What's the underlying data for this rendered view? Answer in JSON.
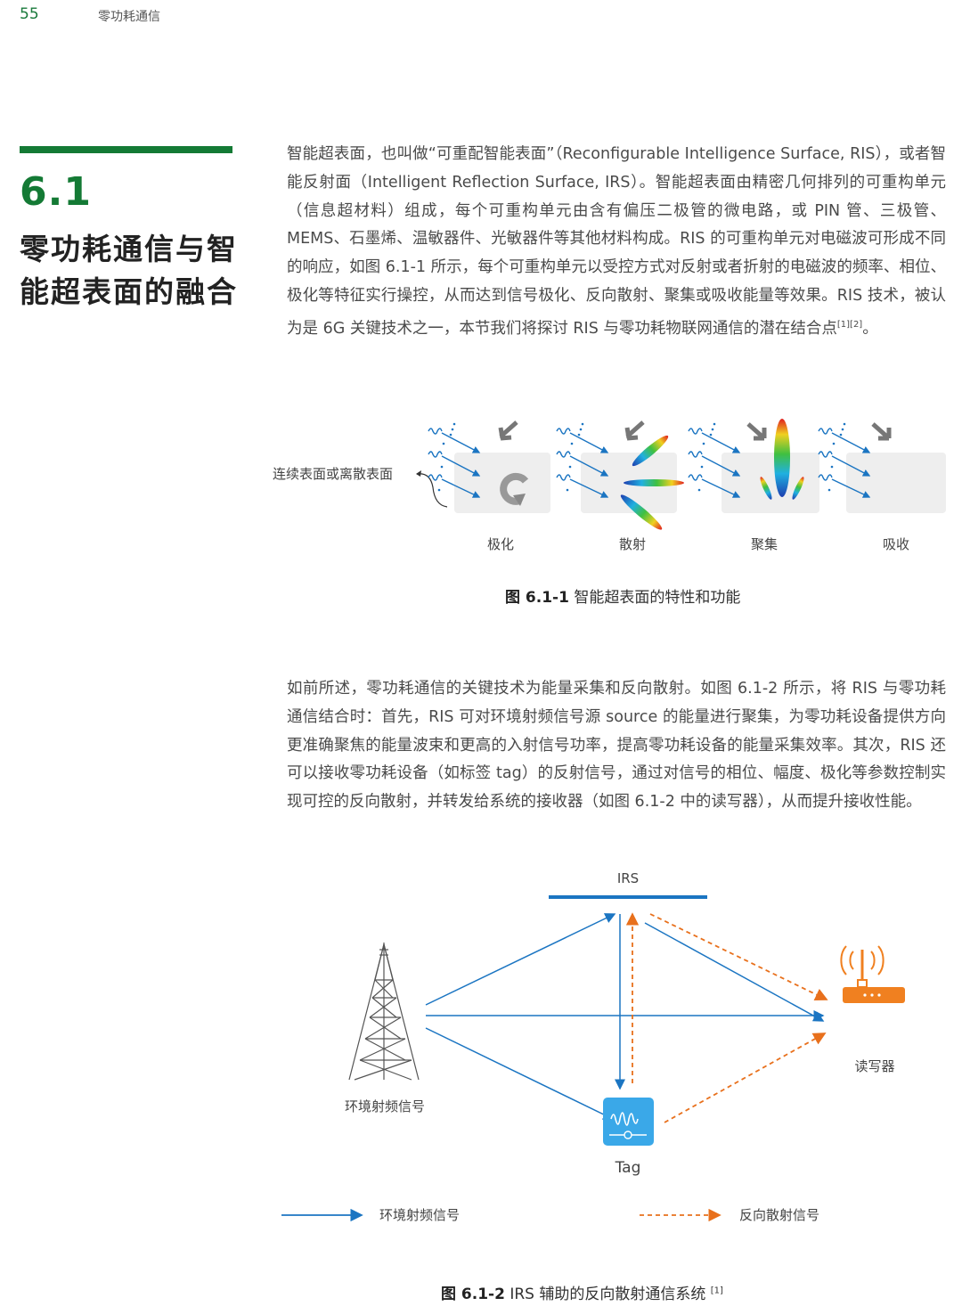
{
  "header": {
    "page_number": "55",
    "running_title": "零功耗通信"
  },
  "section": {
    "number": "6.1",
    "title": "零功耗通信与智能超表面的融合"
  },
  "paragraphs": {
    "p1": "智能超表面，也叫做“可重配智能表面”（Reconfigurable Intelligence Surface, RIS），或者智能反射面（Intelligent Reflection Surface, IRS）。智能超表面由精密几何排列的可重构单元（信息超材料）组成，每个可重构单元由含有偏压二极管的微电路，或 PIN 管、三极管、MEMS、石墨烯、温敏器件、光敏器件等其他材料构成。RIS 的可重构单元对电磁波可形成不同的响应，如图 6.1-1 所示，每个可重构单元以受控方式对反射或者折射的电磁波的频率、相位、极化等特征实行操控，从而达到信号极化、反向散射、聚集或吸收能量等效果。RIS 技术，被认为是 6G 关键技术之一，本节我们将探讨 RIS 与零功耗物联网通信的潜在结合点",
    "p1_ref": "[1][2]",
    "p1_end": "。",
    "p2": "如前所述，零功耗通信的关键技术为能量采集和反向散射。如图 6.1-2 所示，将 RIS 与零功耗通信结合时：首先，RIS 可对环境射频信号源 source 的能量进行聚集，为零功耗设备提供方向更准确聚焦的能量波束和更高的入射信号功率，提高零功耗设备的能量采集效率。其次，RIS 还可以接收零功耗设备（如标签 tag）的反射信号，通过对信号的相位、幅度、极化等参数控制实现可控的反向散射，并转发给系统的接收器（如图 6.1-2 中的读写器），从而提升接收性能。"
  },
  "figure1": {
    "surface_label": "连续表面或离散表面",
    "panels": [
      "极化",
      "散射",
      "聚集",
      "吸收"
    ],
    "caption_num": "图 6.1-1",
    "caption_text": "智能超表面的特性和功能"
  },
  "figure2": {
    "irs_label": "IRS",
    "tower_label": "环境射频信号",
    "reader_label": "读写器",
    "tag_label": "Tag",
    "legend_ambient": "环境射频信号",
    "legend_backscatter": "反向散射信号",
    "caption_num": "图 6.1-2",
    "caption_text": "IRS 辅助的反向散射通信系统",
    "caption_ref": "[1]",
    "colors": {
      "ambient": "#1b75c2",
      "backscatter": "#e8701c",
      "device": "#f08020",
      "tag": "#3aa8e8"
    }
  }
}
